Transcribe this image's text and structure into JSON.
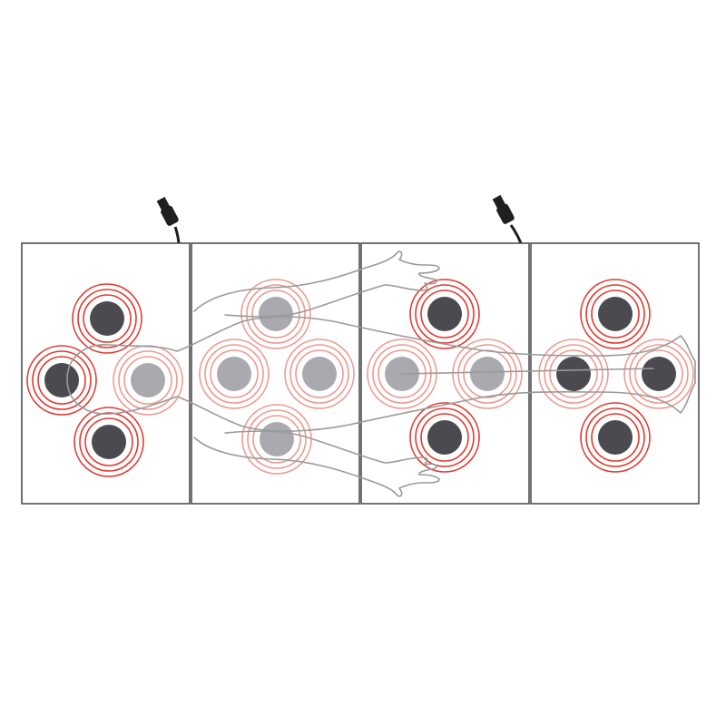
{
  "colors": {
    "background": "#ffffff",
    "panel_border": "#444444",
    "body_outline": "#9a9a9a",
    "ring_under_body": "#ec9a90",
    "ring_outside_body": "#e03a30",
    "pad_dark": "#4a4a4f",
    "pad_light": "#a9a9ae",
    "connector": "#1f1f1f"
  },
  "icons": {
    "cable_plug": "usb-plug-icon",
    "body": "human-figure-outline"
  },
  "panels": [
    {
      "id": "panel-1"
    },
    {
      "id": "panel-2"
    },
    {
      "id": "panel-3"
    },
    {
      "id": "panel-4"
    }
  ],
  "zones": [
    {
      "id": "zone-1",
      "shade": "dark",
      "under_body": false
    },
    {
      "id": "zone-2",
      "shade": "dark",
      "under_body": false
    },
    {
      "id": "zone-3",
      "shade": "light",
      "under_body": true
    },
    {
      "id": "zone-4",
      "shade": "dark",
      "under_body": false
    },
    {
      "id": "zone-5",
      "shade": "light",
      "under_body": true
    },
    {
      "id": "zone-6",
      "shade": "light",
      "under_body": true
    },
    {
      "id": "zone-7",
      "shade": "light",
      "under_body": true
    },
    {
      "id": "zone-8",
      "shade": "light",
      "under_body": true
    },
    {
      "id": "zone-9",
      "shade": "dark",
      "under_body": false
    },
    {
      "id": "zone-10",
      "shade": "light",
      "under_body": true
    },
    {
      "id": "zone-11",
      "shade": "light",
      "under_body": true
    },
    {
      "id": "zone-12",
      "shade": "dark",
      "under_body": false
    },
    {
      "id": "zone-13",
      "shade": "dark",
      "under_body": false
    },
    {
      "id": "zone-14",
      "shade": "dark",
      "under_body": true
    },
    {
      "id": "zone-15",
      "shade": "dark",
      "under_body": true
    },
    {
      "id": "zone-16",
      "shade": "dark",
      "under_body": false
    }
  ]
}
